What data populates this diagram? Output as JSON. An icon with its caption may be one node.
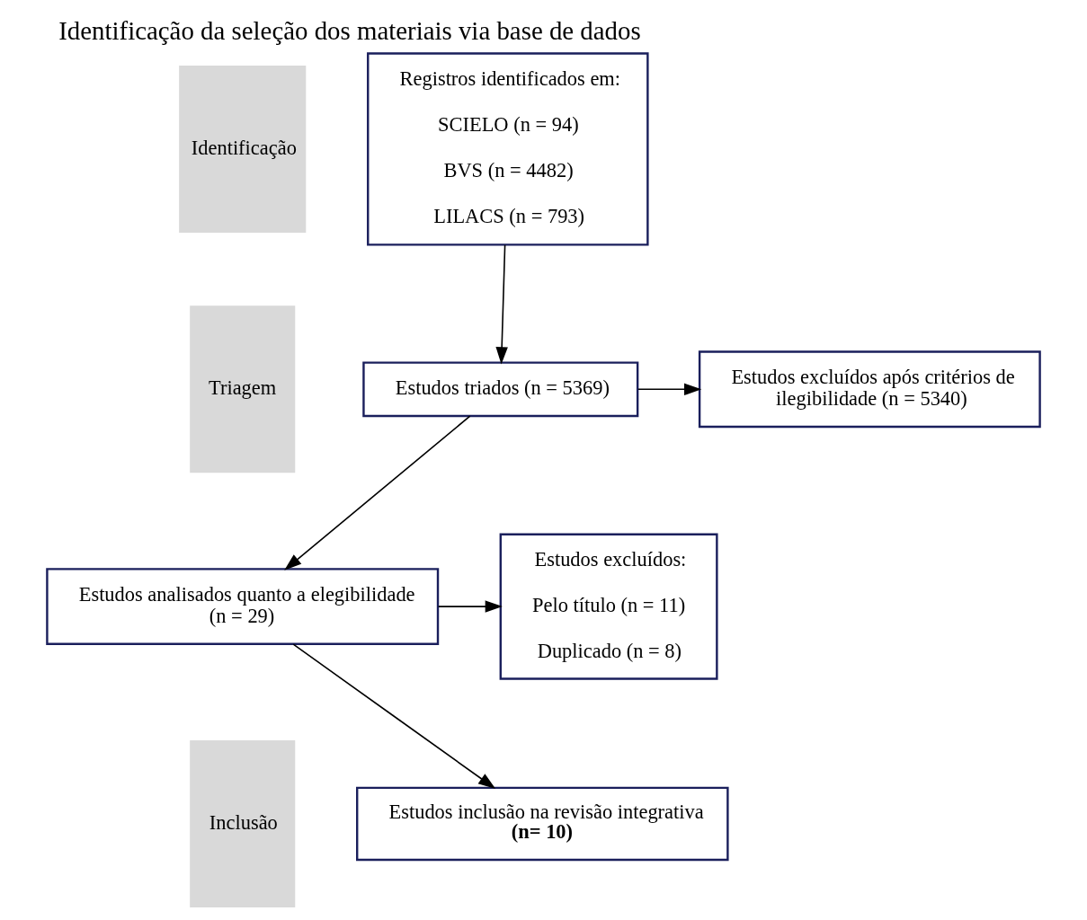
{
  "diagram": {
    "title": "Identificação da seleção dos materiais via base de dados",
    "nodes": [
      {
        "text": [
          "Identificação"
        ]
      },
      {
        "text": [
          "Registros identificados em:",
          "SCIELO (n = 94)",
          "BVS (n = 4482)",
          "LILACS (n = 793)"
        ]
      },
      {
        "text": [
          "Triagem"
        ]
      },
      {
        "text": [
          "Estudos triados (n = 5369)"
        ]
      },
      {
        "text": [
          "Estudos excluídos após critérios de ilegibilidade (n = 5340)"
        ]
      },
      {
        "text": [
          "Estudos analisados quanto a elegibilidade (n = 29)"
        ]
      },
      {
        "text": [
          "Estudos excluídos:",
          "Pelo título (n = 11)",
          "Duplicado (n = 8)"
        ]
      },
      {
        "text": [
          "Inclusão"
        ]
      },
      {
        "text": [
          "Estudos inclusão na revisão integrativa",
          "(n= 10)"
        ]
      }
    ],
    "edges": [
      {
        "from": 1,
        "to": 3,
        "arrow": "to"
      },
      {
        "from": 3,
        "to": 4,
        "arrow": "to"
      },
      {
        "from": 3,
        "to": 5,
        "arrow": "to"
      },
      {
        "from": 5,
        "to": 6,
        "arrow": "to"
      },
      {
        "from": 5,
        "to": 8,
        "arrow": "to"
      }
    ]
  }
}
